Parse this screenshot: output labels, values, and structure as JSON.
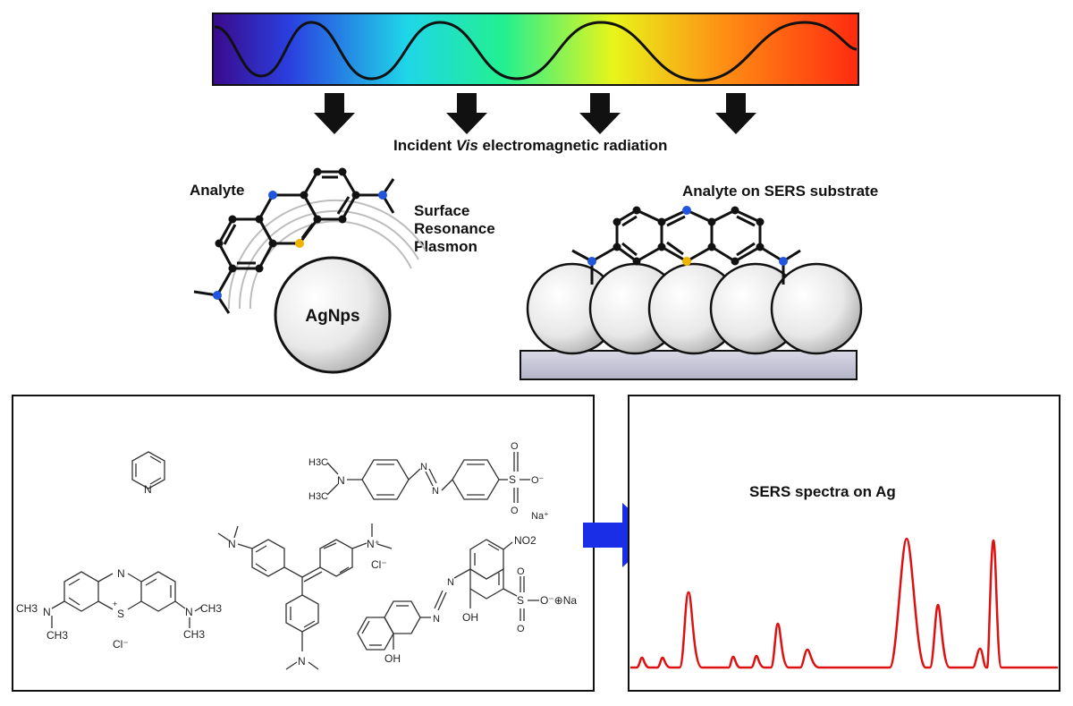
{
  "labels": {
    "incident_prefix": "Incident ",
    "incident_italic": "Vis",
    "incident_suffix": " electromagnetic radiation",
    "analyte": "Analyte",
    "surface_line1": "Surface",
    "surface_line2": "Resonance",
    "surface_line3": "Plasmon",
    "agnps": "AgNps",
    "analyte_on_substrate": "Analyte on SERS substrate",
    "spectra_title": "SERS spectra on Ag"
  },
  "molecules": {
    "methyl_orange": {
      "h3c_top": "H3C",
      "n": "N",
      "h3c_bottom": "H3C",
      "so3": "S",
      "o_minus": "O⁻",
      "o": "O",
      "na": "Na⁺"
    },
    "methylene_blue": {
      "ch3_left": "CH3",
      "n_left": "N",
      "ch3_left_b": "CH3",
      "s_plus": "S",
      "plus": "+",
      "n_ring": "N",
      "n_right": "N",
      "ch3_right": "CH3",
      "ch3_right_b": "CH3",
      "cl": "Cl⁻"
    },
    "crystal_violet": {
      "n_top": "N",
      "n_plus": "N⁺",
      "cl": "Cl⁻",
      "n_bottom": "N"
    },
    "azo_dye": {
      "no2": "NO2",
      "oh_left": "OH",
      "oh_bottom": "OH",
      "n_n": "N",
      "s": "S",
      "o_na": "O⁻⊕Na",
      "o": "O"
    },
    "pyridine": {
      "n": "N"
    }
  },
  "colors": {
    "nitrogen_dot": "#2255dd",
    "sulfur_dot": "#f0b400",
    "spectrum_line": "#dd1111",
    "arrow_blue": "#1a2ee8"
  },
  "icons": {
    "down_arrows": [
      "down-arrow-icon",
      "down-arrow-icon",
      "down-arrow-icon",
      "down-arrow-icon"
    ],
    "right_arrow": "right-arrow-icon"
  }
}
